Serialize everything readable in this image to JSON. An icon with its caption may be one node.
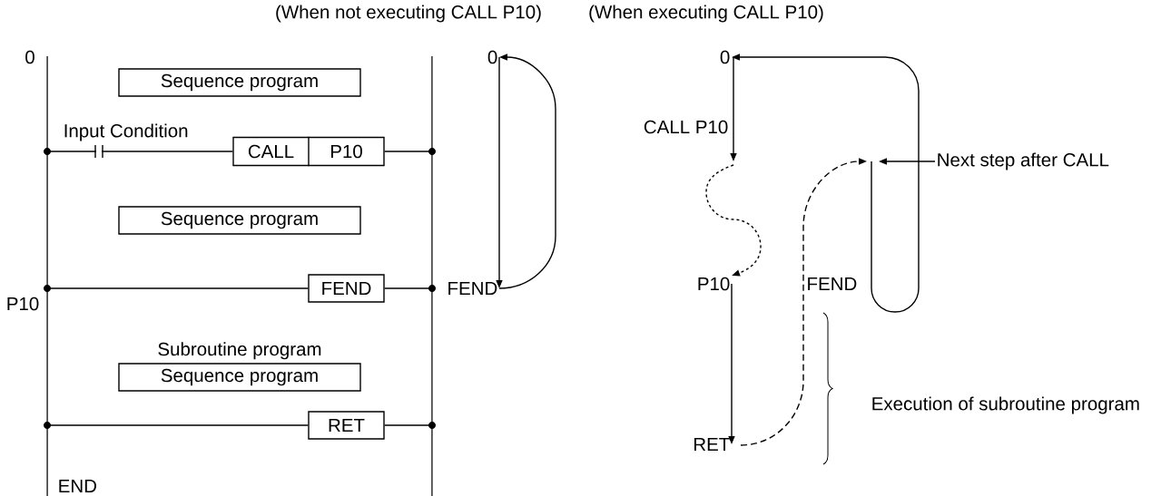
{
  "diagram": {
    "nodes": [
      {
        "text": [
          "Sequence program"
        ]
      },
      {
        "text": [
          "CALL",
          "P10"
        ]
      },
      {
        "text": [
          "Sequence program"
        ]
      },
      {
        "text": [
          "FEND"
        ]
      },
      {
        "text": [
          "Subroutine program",
          "Sequence program"
        ]
      },
      {
        "text": [
          "RET"
        ]
      },
      {
        "text": [
          "0"
        ]
      },
      {
        "text": [
          "FEND"
        ]
      },
      {
        "text": [
          "0"
        ]
      },
      {
        "text": [
          "CALL P10"
        ]
      },
      {
        "text": [
          "Next step after CALL"
        ]
      },
      {
        "text": [
          "P10"
        ]
      },
      {
        "text": [
          "RET"
        ]
      },
      {
        "text": [],
        "shape": "bar"
      },
      {
        "text": [],
        "shape": "bar"
      }
    ],
    "edges": [
      {
        "from": 6,
        "to": 7,
        "arrow": "to"
      },
      {
        "from": 7,
        "to": 6,
        "arrow": "to"
      },
      {
        "from": 8,
        "to": 9,
        "arrow": "to"
      },
      {
        "from": 9,
        "to": 11,
        "arrow": "to",
        "style": "dashed"
      },
      {
        "from": 11,
        "to": 12,
        "arrow": "to"
      },
      {
        "from": 12,
        "to": null,
        "arrow": "to",
        "style": "dashed"
      },
      {
        "from": 10,
        "to": null,
        "arrow": "to"
      },
      {
        "from": null,
        "to": 8,
        "arrow": "to"
      },
      {
        "from": 13,
        "to": 1,
        "arrow": "none"
      },
      {
        "from": 1,
        "to": 14,
        "arrow": "none"
      },
      {
        "from": 13,
        "to": 3,
        "arrow": "none"
      },
      {
        "from": 3,
        "to": 14,
        "arrow": "none"
      },
      {
        "from": 13,
        "to": 5,
        "arrow": "none"
      },
      {
        "from": 5,
        "to": 14,
        "arrow": "none"
      }
    ],
    "labels": [
      "(When not executing CALL P10)",
      "(When executing CALL P10)",
      "0",
      "Input Condition",
      "P10",
      "END",
      "FEND",
      "Execution of subroutine program"
    ]
  }
}
